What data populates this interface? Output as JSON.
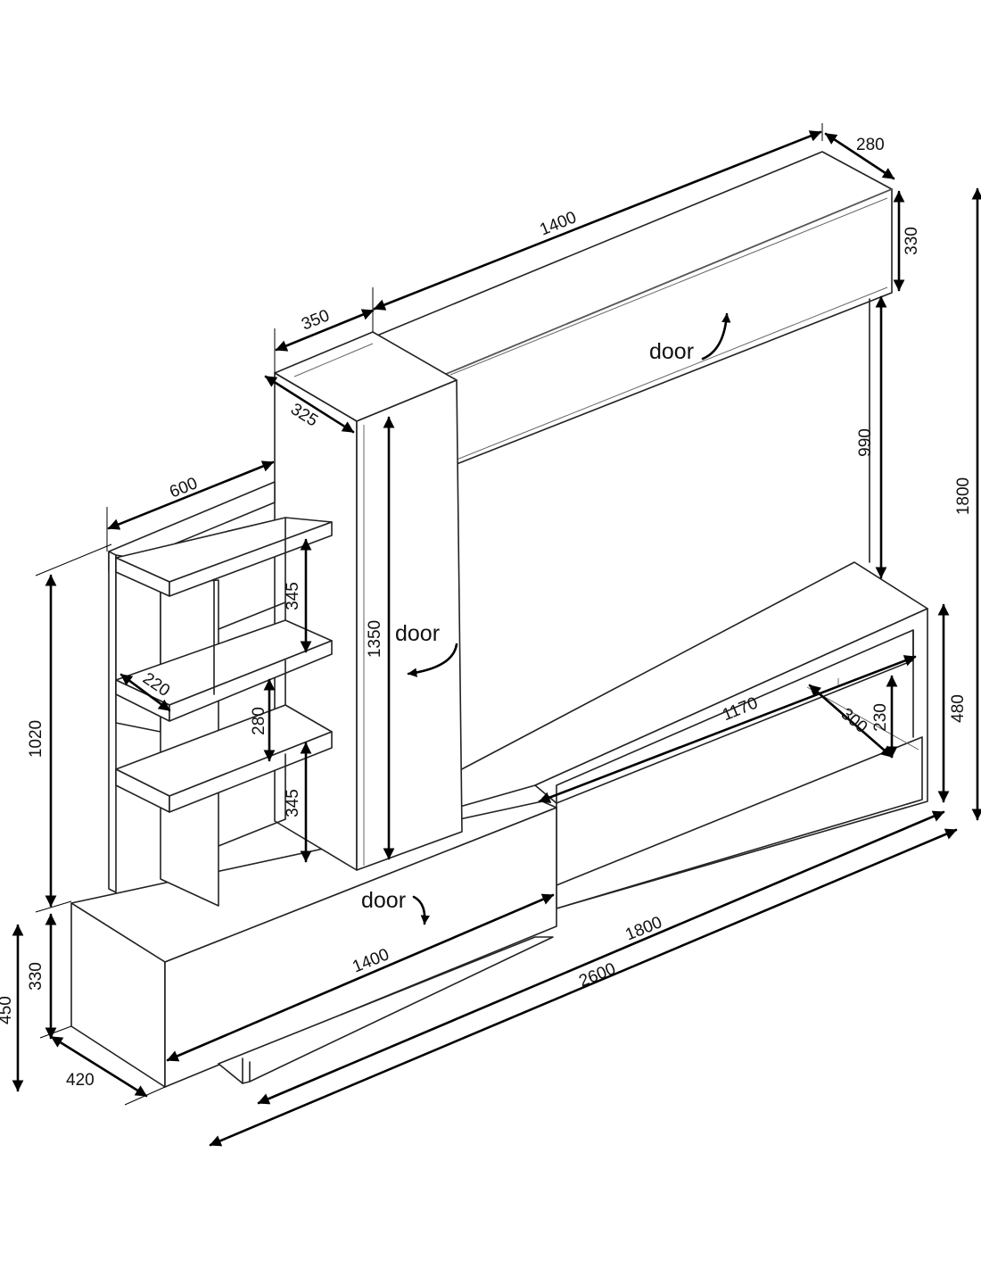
{
  "dimensions": {
    "top_width": "1400",
    "top_depth": "280",
    "top_height": "330",
    "tower_width": "350",
    "tower_depth": "325",
    "gap_height": "990",
    "total_height": "1800",
    "shelf_width": "600",
    "shelf_gap_upper": "345",
    "shelf_depth": "220",
    "shelf_gap_mid": "280",
    "shelf_gap_lower": "345",
    "tower_height": "1350",
    "side_height": "1020",
    "right_unit_height": "480",
    "right_unit_width": "1170",
    "right_unit_depth": "300",
    "right_open_height": "230",
    "base_height": "330",
    "base_total_height": "450",
    "base_depth": "420",
    "base_width": "1400",
    "lower_width": "1800",
    "total_width": "2600"
  },
  "door_labels": {
    "top": "door",
    "tower": "door",
    "base": "door"
  }
}
